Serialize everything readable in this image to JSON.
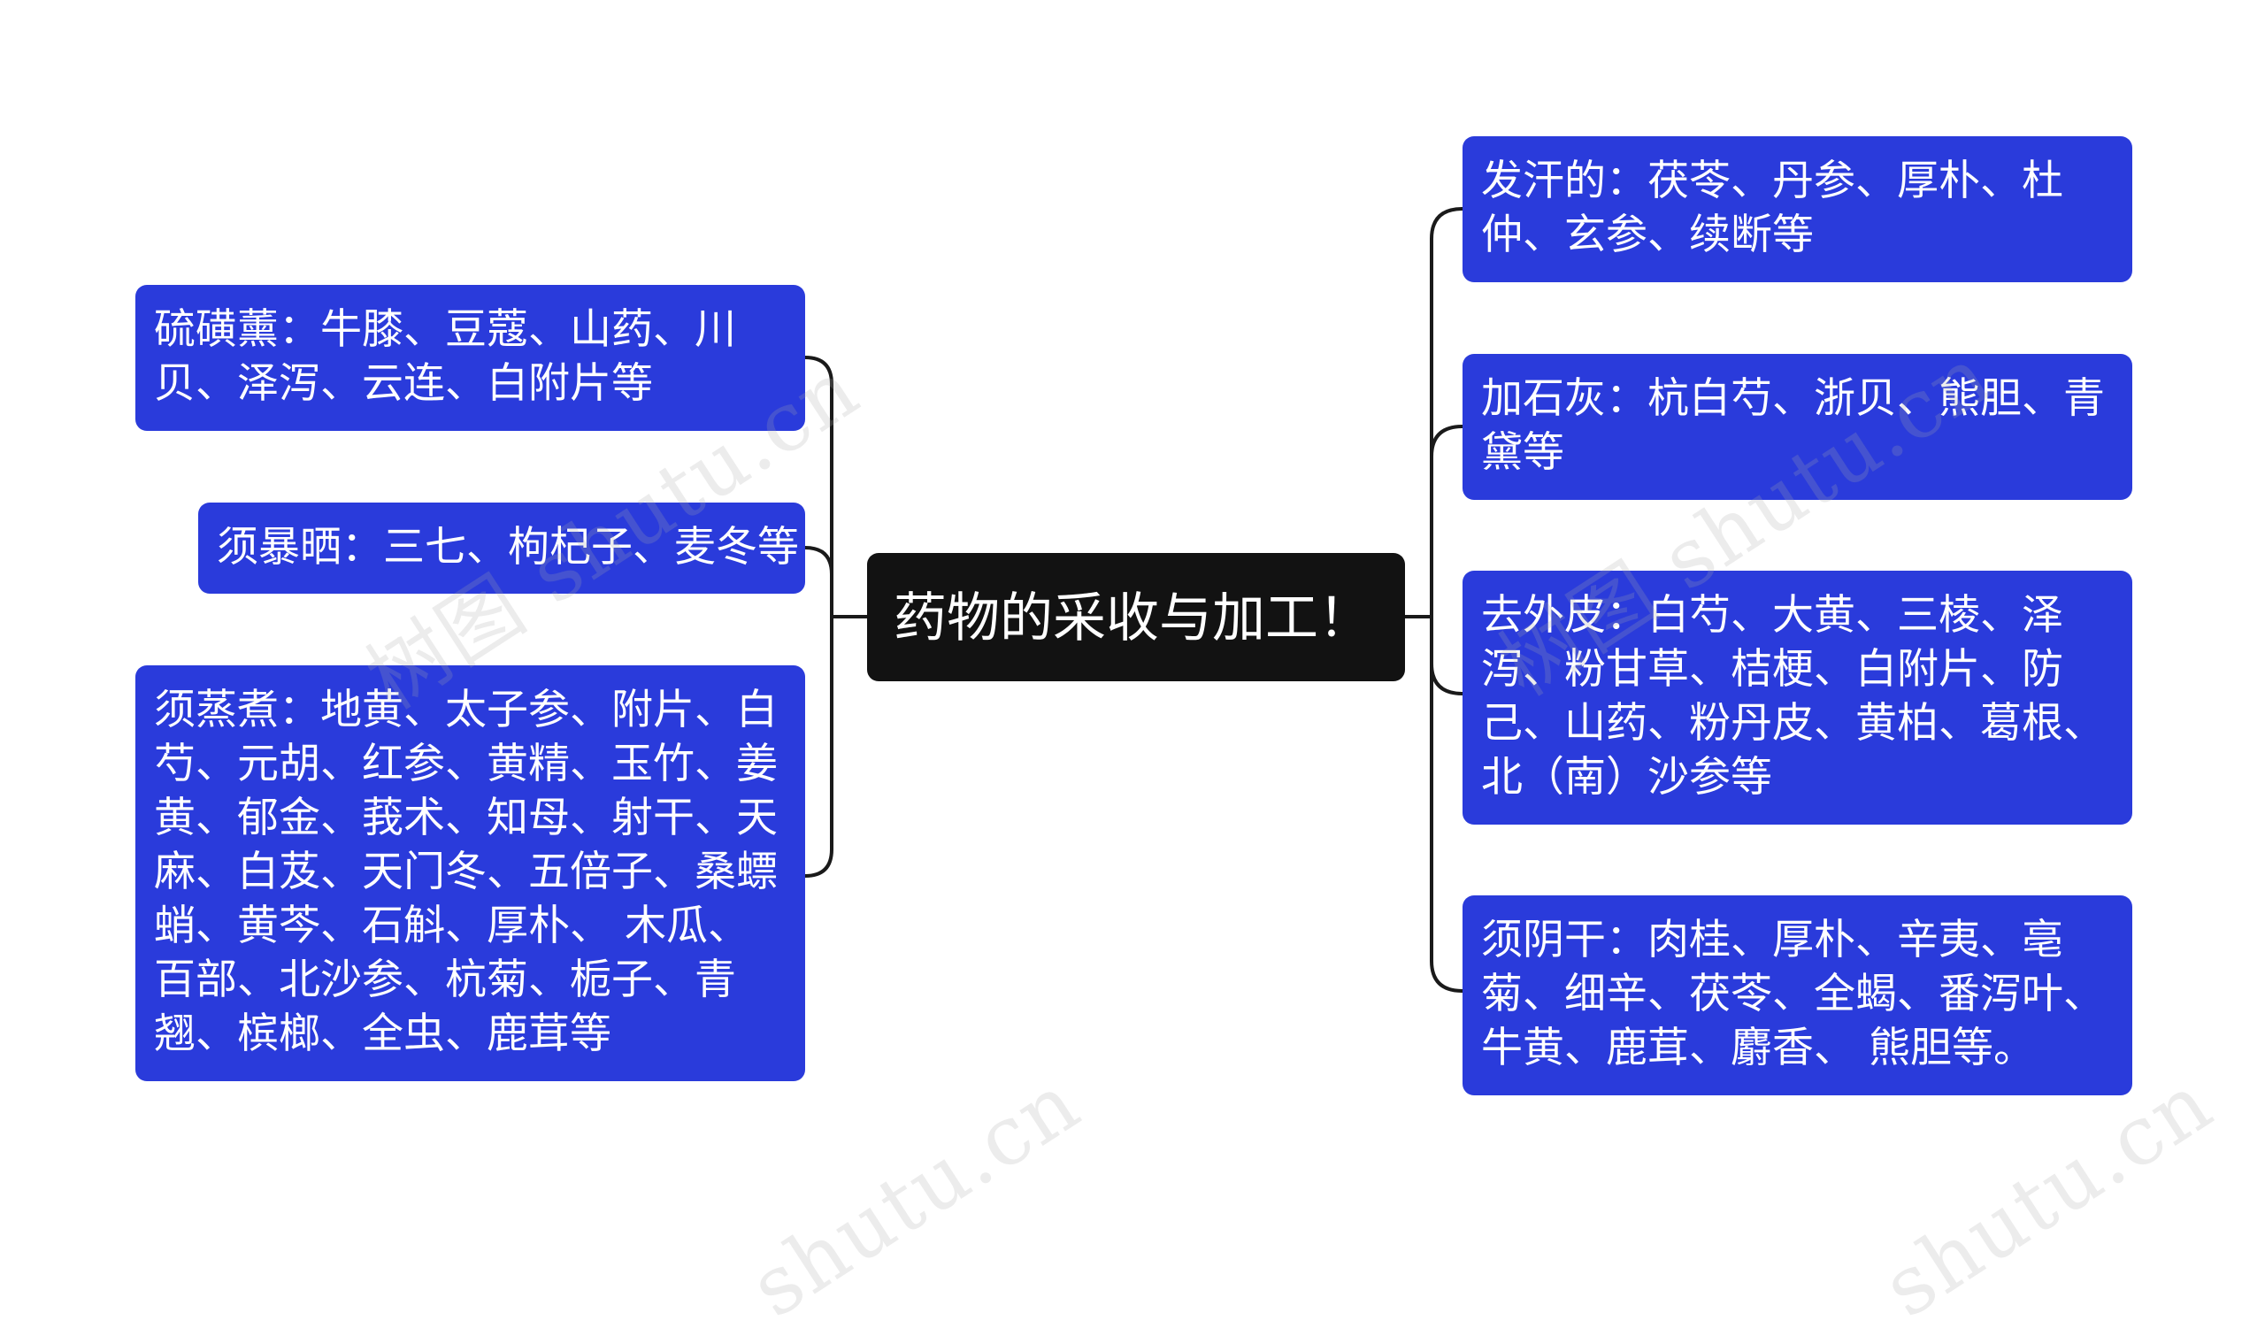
{
  "root": {
    "title": "药物的采收与加工！"
  },
  "left_branches": [
    {
      "text": "硫磺薰：牛膝、豆蔻、山药、川贝、泽泻、云连、白附片等"
    },
    {
      "text": "须暴晒：三七、枸杞子、麦冬等"
    },
    {
      "text": "须蒸煮：地黄、太子参、附片、白芍、元胡、红参、黄精、玉竹、姜黄、郁金、莪术、知母、射干、天麻、白芨、天门冬、五倍子、桑螵蛸、黄芩、石斛、厚朴、 木瓜、百部、北沙参、杭菊、栀子、青翘、槟榔、全虫、鹿茸等"
    }
  ],
  "right_branches": [
    {
      "text": "发汗的：茯苓、丹参、厚朴、杜仲、玄参、续断等"
    },
    {
      "text": "加石灰：杭白芍、浙贝、熊胆、青黛等"
    },
    {
      "text": "去外皮：白芍、大黄、三棱、泽泻、粉甘草、桔梗、白附片、防己、山药、粉丹皮、黄柏、葛根、北（南）沙参等"
    },
    {
      "text": "须阴干：肉桂、厚朴、辛夷、亳菊、细辛、茯苓、全蝎、番泻叶、牛黄、鹿茸、麝香、 熊胆等。"
    }
  ],
  "watermarks": [
    "树图 shutu.cn",
    "树图 shutu.cn",
    "shutu.cn",
    "shutu.cn"
  ],
  "colors": {
    "root_bg": "#121212",
    "leaf_bg": "#2a3bdb",
    "line": "#1a1a1a",
    "text": "#ffffff"
  }
}
